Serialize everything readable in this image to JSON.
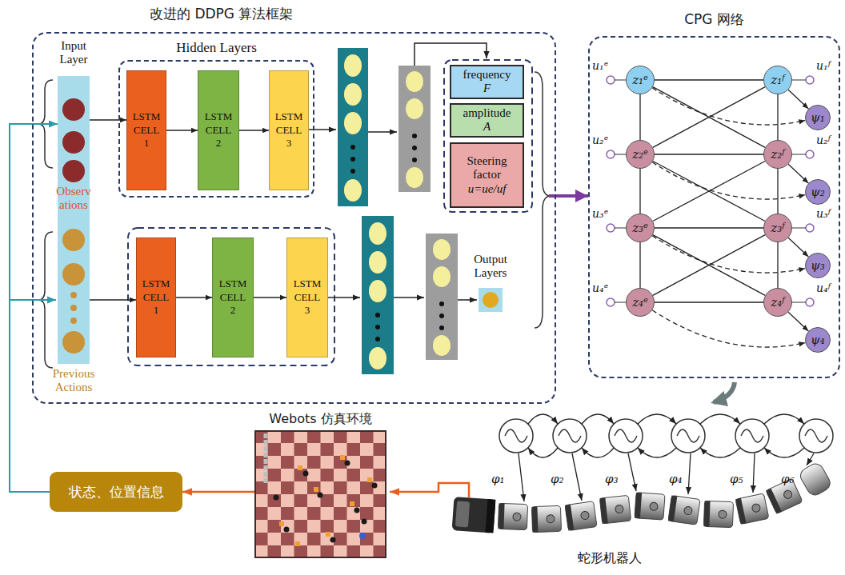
{
  "diagram": {
    "nodes": [
      {
        "text": [
          "改进的 DDPG 算法框架"
        ]
      },
      {
        "text": [
          "Input Layer",
          "Observations",
          "Previous Actions"
        ],
        "in": 0
      },
      {
        "text": [
          "Hidden Layers"
        ],
        "in": 0
      },
      {
        "text": [
          "LSTM CELL 1"
        ],
        "in": 2
      },
      {
        "text": [
          "LSTM CELL 2"
        ],
        "in": 2
      },
      {
        "text": [
          "LSTM CELL 3"
        ],
        "in": 2
      },
      {
        "text": [
          "frequency",
          "F"
        ],
        "in": 0
      },
      {
        "text": [
          "amplitude",
          "A"
        ],
        "in": 0
      },
      {
        "text": [
          "Steering factor",
          "u=ue/uf"
        ],
        "in": 0
      },
      {
        "text": [
          "LSTM CELL 1"
        ],
        "in": 0
      },
      {
        "text": [
          "LSTM CELL 2"
        ],
        "in": 0
      },
      {
        "text": [
          "LSTM CELL 3"
        ],
        "in": 0
      },
      {
        "text": [
          "Output Layers"
        ],
        "in": 0
      },
      {
        "text": [
          "CPG 网络"
        ]
      },
      {
        "text": [
          "z₁ᵉ"
        ],
        "in": 13
      },
      {
        "text": [
          "z₁ᶠ"
        ],
        "in": 13
      },
      {
        "text": [
          "ψ₁"
        ],
        "in": 13
      },
      {
        "text": [
          "z₂ᵉ"
        ],
        "in": 13
      },
      {
        "text": [
          "z₂ᶠ"
        ],
        "in": 13
      },
      {
        "text": [
          "ψ₂"
        ],
        "in": 13
      },
      {
        "text": [
          "z₃ᵉ"
        ],
        "in": 13
      },
      {
        "text": [
          "z₃ᶠ"
        ],
        "in": 13
      },
      {
        "text": [
          "ψ₃"
        ],
        "in": 13
      },
      {
        "text": [
          "z₄ᵉ"
        ],
        "in": 13
      },
      {
        "text": [
          "z₄ᶠ"
        ],
        "in": 13
      },
      {
        "text": [
          "ψ₄"
        ],
        "in": 13
      },
      {
        "text": [
          "Webots 仿真环境"
        ]
      },
      {
        "text": [
          "状态、位置信息"
        ]
      }
    ],
    "edges": [
      {
        "from": 1,
        "to": 3,
        "arrow": "to"
      },
      {
        "from": 3,
        "to": 4,
        "arrow": "to"
      },
      {
        "from": 4,
        "to": 5,
        "arrow": "to"
      },
      {
        "from": 1,
        "to": 9,
        "arrow": "to"
      },
      {
        "from": 9,
        "to": 10,
        "arrow": "to"
      },
      {
        "from": 10,
        "to": 11,
        "arrow": "to"
      },
      {
        "from": 0,
        "to": 13,
        "arrow": "to"
      },
      {
        "from": 26,
        "to": 27,
        "arrow": "to"
      },
      {
        "from": 27,
        "to": 1,
        "arrow": "to"
      },
      {
        "from": 14,
        "to": 15,
        "arrow": "none"
      },
      {
        "from": 17,
        "to": 18,
        "arrow": "none"
      },
      {
        "from": 20,
        "to": 21,
        "arrow": "none"
      },
      {
        "from": 23,
        "to": 24,
        "arrow": "none"
      },
      {
        "from": 14,
        "to": 17,
        "arrow": "none"
      },
      {
        "from": 17,
        "to": 20,
        "arrow": "none"
      },
      {
        "from": 20,
        "to": 23,
        "arrow": "none"
      },
      {
        "from": 15,
        "to": 18,
        "arrow": "none"
      },
      {
        "from": 18,
        "to": 21,
        "arrow": "none"
      },
      {
        "from": 21,
        "to": 24,
        "arrow": "none"
      },
      {
        "from": 14,
        "to": 18,
        "arrow": "none"
      },
      {
        "from": 15,
        "to": 17,
        "arrow": "none"
      },
      {
        "from": 17,
        "to": 21,
        "arrow": "none"
      },
      {
        "from": 18,
        "to": 20,
        "arrow": "none"
      },
      {
        "from": 20,
        "to": 24,
        "arrow": "none"
      },
      {
        "from": 21,
        "to": 23,
        "arrow": "none"
      },
      {
        "from": 15,
        "to": 16,
        "arrow": "to"
      },
      {
        "from": 18,
        "to": 19,
        "arrow": "to"
      },
      {
        "from": 21,
        "to": 22,
        "arrow": "to"
      },
      {
        "from": 24,
        "to": 25,
        "arrow": "to"
      },
      {
        "from": 14,
        "to": 16,
        "arrow": "to"
      },
      {
        "from": 17,
        "to": 19,
        "arrow": "to"
      },
      {
        "from": 20,
        "to": 22,
        "arrow": "to"
      },
      {
        "from": 23,
        "to": 25,
        "arrow": "to"
      }
    ],
    "labels": [
      "u₁ᵉ",
      "u₁ᶠ",
      "u₂ᵉ",
      "u₂ᶠ",
      "u₃ᵉ",
      "u₃ᶠ",
      "u₄ᵉ",
      "u₄ᶠ",
      "φ₁",
      "φ₂",
      "φ₃",
      "φ₄",
      "φ₅",
      "φ₆",
      "蛇形机器人"
    ]
  }
}
